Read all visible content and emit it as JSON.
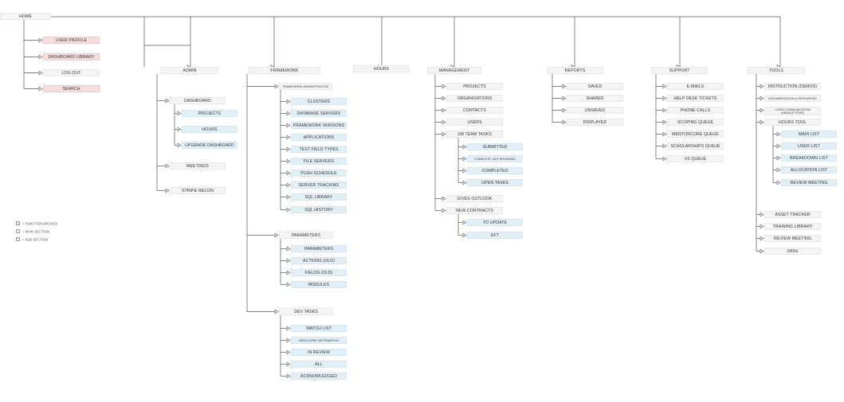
{
  "root": "HOME",
  "colors": {
    "line": "#555555",
    "main": "#f4f4f4",
    "sub": "#e3eff6",
    "broken": "#f7dede"
  },
  "home_items": [
    "USER PROFILE",
    "DASHBOARD LIBRARY",
    "LOG OUT",
    "SEARCH"
  ],
  "admin": {
    "title": "ADMIN",
    "dashboard": "DASHBOARD",
    "dashboard_items": [
      "PROJECTS",
      "HOURS",
      "UPGRADE DASHBOARD"
    ],
    "meetings": "MEETINGS",
    "stripe": "STRIPE RECON"
  },
  "framework": {
    "title": "FRAMEWORK",
    "admin_label": "FRAMEWORK ADMINISTRATION",
    "admin_items": [
      "CLUSTERS",
      "DATABASE SERVERS",
      "FRAMEWORK VERSIONS",
      "APPLICATIONS",
      "TEST FIELD TYPES",
      "FILE SERVERS",
      "PUSH SCHEDULE",
      "SERVER TRACKING",
      "SQL LIBRARY",
      "SQL HISTORY"
    ],
    "parameters_label": "PARAMETERS",
    "parameters_items": [
      "PARAMETERS",
      "ACTIONS (OLD)",
      "FIELDS (OLD)",
      "MODULES"
    ],
    "dev_label": "DEV TASKS",
    "dev_items": [
      "WATCH LIST",
      "NEED MORE INFORMATION",
      "IN REVIEW",
      "ALL",
      "ACKNOWLEDGED"
    ]
  },
  "hours": {
    "title": "HOURS"
  },
  "management": {
    "title": "MANAGEMENT",
    "items": [
      "PROJECTS",
      "ORGANIZATIONS",
      "CONTACTS",
      "USERS"
    ],
    "sm_label": "SM TEAM TASKS",
    "sm_items": [
      "SUBMITTED",
      "COMPLETE, NOT REVIEWED",
      "COMPLETED",
      "OPEN TASKS"
    ],
    "gives": "GIVES OUTLOOK",
    "contracts_label": "NEW CONTRACTS",
    "contracts_items": [
      "TO UPDATE",
      "EFT"
    ]
  },
  "reports": {
    "title": "REPORTS",
    "items": [
      "SAVED",
      "SHARED",
      "UNSAVED",
      "DISPLAYED"
    ]
  },
  "support": {
    "title": "SUPPORT",
    "items": [
      "E-MAILS",
      "HELP DESK TICKETS",
      "PHONE CALLS",
      "SCOPING QUEUE",
      "MENTORCORE QUEUE",
      "SCHOLARSHIPS QUEUE",
      "VS QUEUE"
    ]
  },
  "tools": {
    "title": "TOOLS",
    "items": [
      "INSTRUCTION (DEMOS)",
      "DOCUMENTATION & RESOURCES",
      "CLIENT COMMUNICATION (NEWSLETTERS)"
    ],
    "hours_tool_label": "HOURS TOOL",
    "hours_tool_items": [
      "MAIN LIST",
      "USER LIST",
      "BREAKDOWN LIST",
      "ALLOCATION LIST",
      "REVIEW MEETING"
    ],
    "items2": [
      "ASSET TRACKER",
      "TRAINING LIBRARY",
      "REVIEW MEETING",
      "OKRs"
    ]
  },
  "legend": [
    "= FUNCTION BROKEN",
    "= MAIN SECTION",
    "= SUB SECTION"
  ]
}
